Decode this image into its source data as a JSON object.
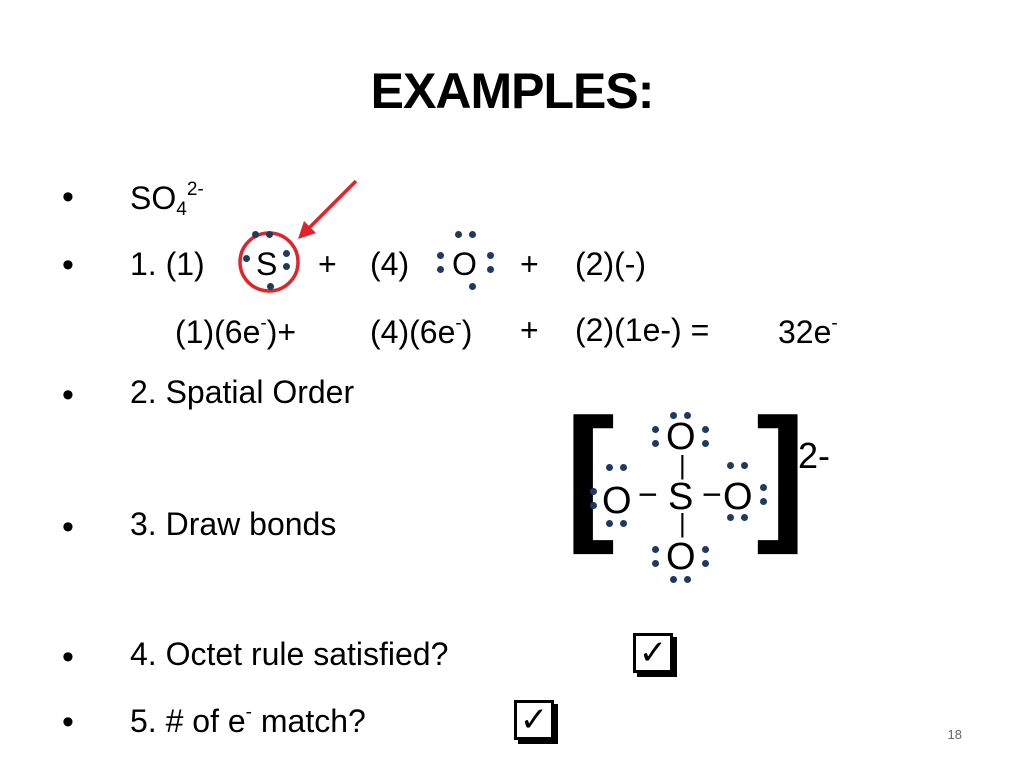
{
  "title": "EXAMPLES:",
  "bullets": {
    "dot": "•",
    "b1": {
      "text": "SO",
      "sub": "4",
      "sup": "2-"
    },
    "b2": {
      "prefix": "1. (1)",
      "s_symbol": "S",
      "plus1": "+",
      "coef_o": "(4)",
      "o_symbol": "O",
      "plus2": "+",
      "charge": "(2)(-)"
    },
    "b2_sub": {
      "part1": "(1)(6e",
      "part1_sup": "-",
      "part1_end": ")+",
      "part2": "(4)(6e",
      "part2_sup": "-",
      "part2_end": ")",
      "plus": "+",
      "part3": "(2)(1e-) =",
      "total": "32e",
      "total_sup": "-"
    },
    "b3": "2. Spatial Order",
    "b4": "3. Draw bonds",
    "b5": "4. Octet rule satisfied?",
    "b6": {
      "text": "5. # of e",
      "sup": "-",
      "end": " match?"
    }
  },
  "structure": {
    "left_bracket": "[",
    "right_bracket": "]",
    "charge": "2-",
    "top_o": "O",
    "left_o": "O",
    "center_s": "S",
    "right_o": "O",
    "bottom_o": "O",
    "bond_vertical": "|",
    "bond_horizontal": "−"
  },
  "check_mark": "✓",
  "page_number": "18",
  "colors": {
    "highlight": "#e0242a",
    "electron": "#1f3a60"
  }
}
